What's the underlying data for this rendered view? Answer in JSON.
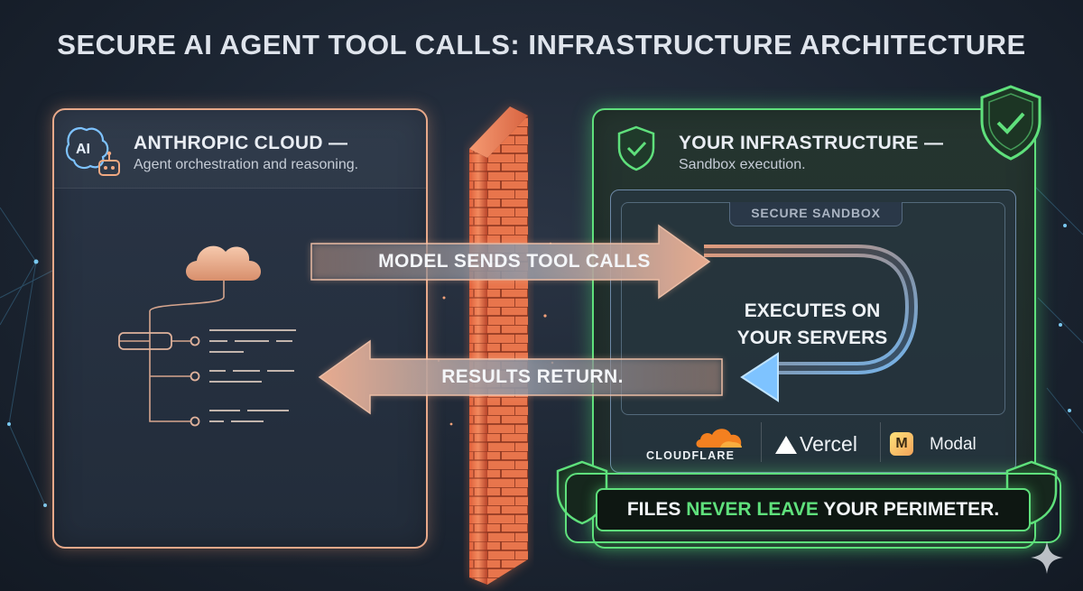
{
  "title": "SECURE AI AGENT TOOL CALLS: INFRASTRUCTURE ARCHITECTURE",
  "left_panel": {
    "title": "ANTHROPIC CLOUD —",
    "subtitle": "Agent orchestration and reasoning.",
    "icon_text": "AI"
  },
  "right_panel": {
    "title": "YOUR INFRASTRUCTURE —",
    "subtitle": "Sandbox execution.",
    "sandbox_label": "SECURE SANDBOX",
    "executes_label_line1": "EXECUTES ON",
    "executes_label_line2": "YOUR SERVERS",
    "providers": {
      "cloudflare": "CLOUDFLARE",
      "vercel": "Vercel",
      "modal": "Modal",
      "modal_icon_letter": "M"
    }
  },
  "arrows": {
    "outbound": "MODEL SENDS TOOL CALLS",
    "inbound": "RESULTS RETURN."
  },
  "perimeter": {
    "prefix": "FILES",
    "highlight": "NEVER LEAVE",
    "suffix": "YOUR PERIMETER."
  },
  "colors": {
    "accent_green": "#5fe07c",
    "accent_orange": "#f08a5d",
    "accent_blue": "#7ec3ff",
    "cloudflare_orange": "#f38020"
  },
  "icons": [
    "ai-brain-robot-icon",
    "cloud-icon",
    "shield-check-icon",
    "firewall-icon",
    "sparkle-icon"
  ]
}
